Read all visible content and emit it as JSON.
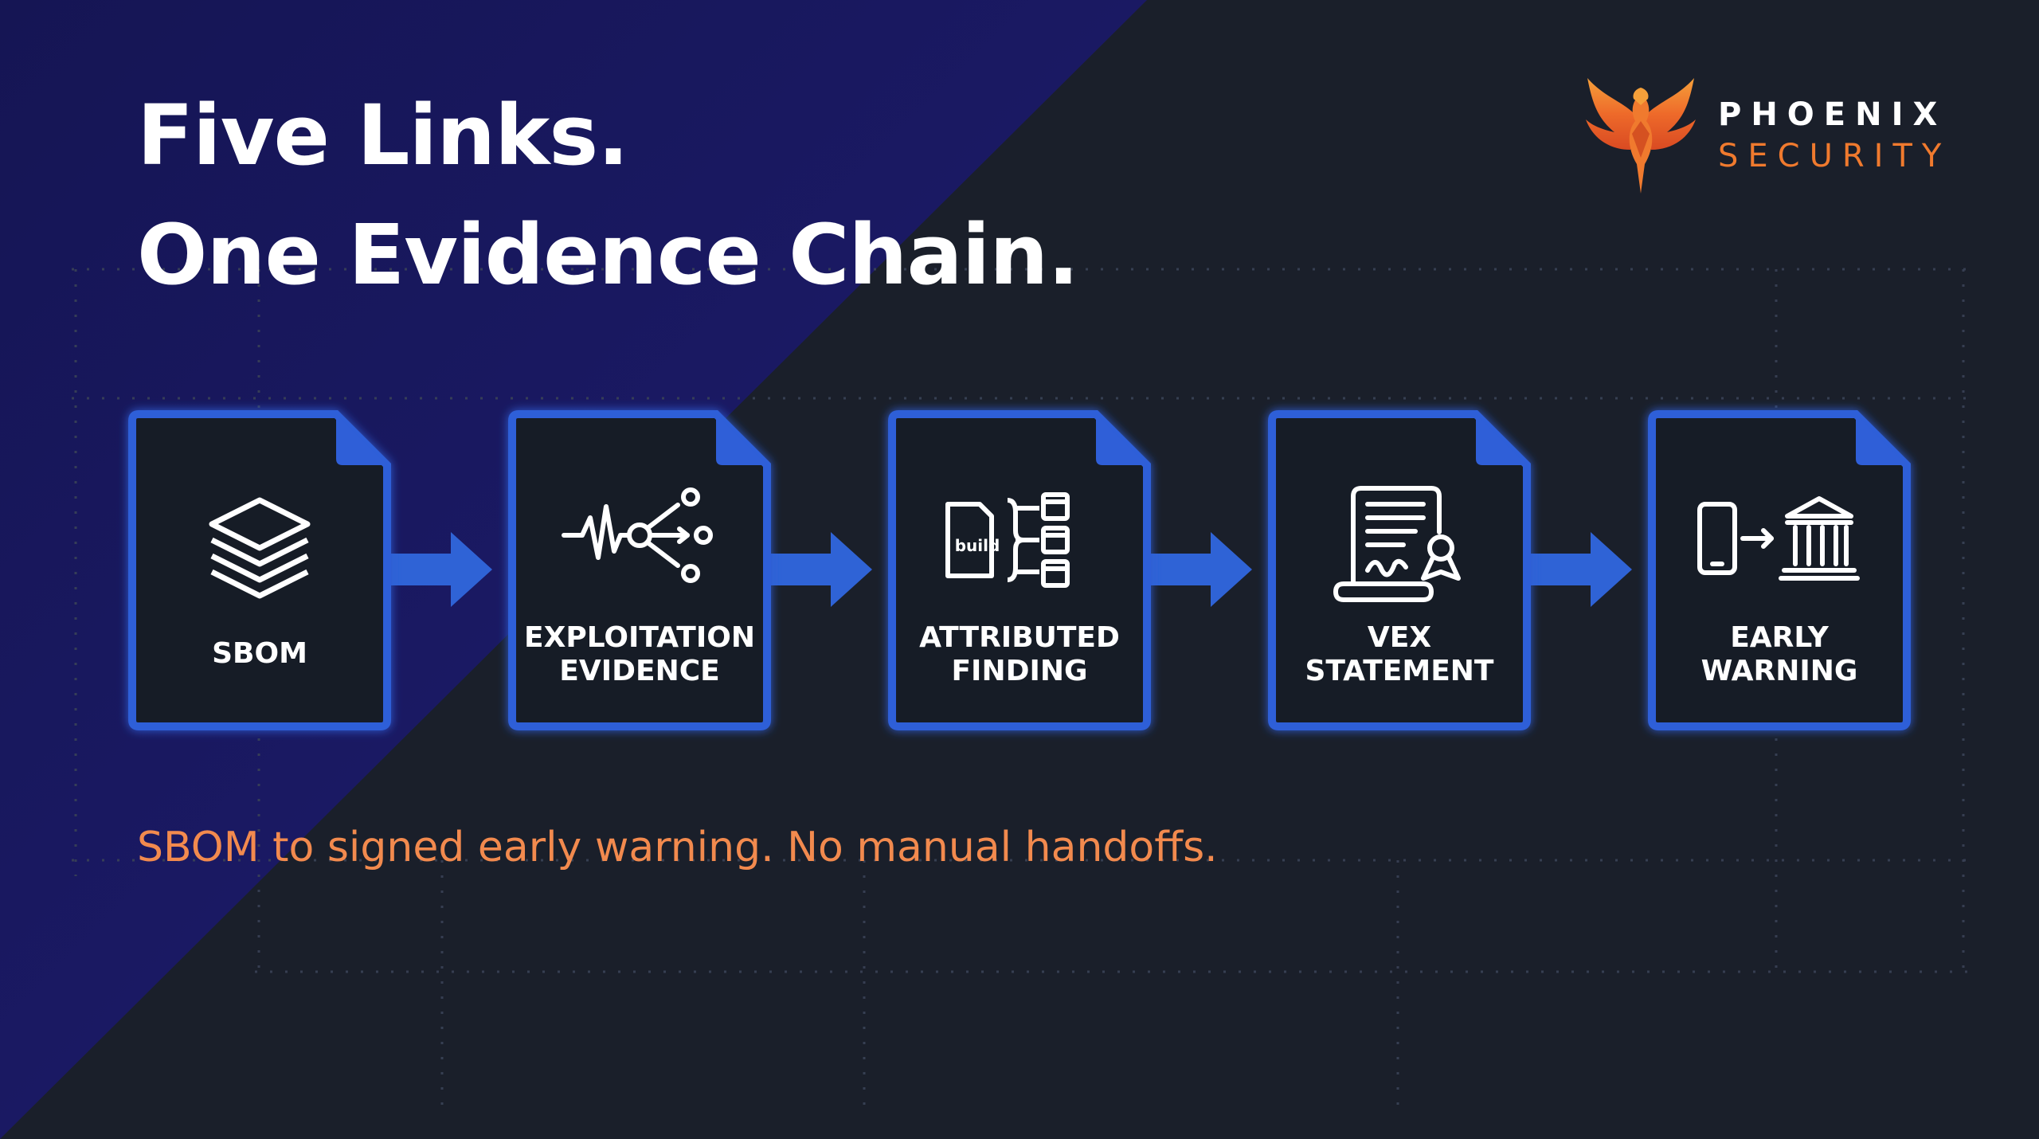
{
  "title": {
    "line1": "Five Links.",
    "line2": "One Evidence Chain."
  },
  "logo": {
    "word1": "PHOENIX",
    "word2": "SECURITY",
    "icon": "phoenix-bird-icon"
  },
  "steps": [
    {
      "label": "SBOM",
      "icon": "stacked-layers-icon"
    },
    {
      "label": "EXPLOITATION\nEVIDENCE",
      "icon": "signal-network-icon"
    },
    {
      "label": "ATTRIBUTED\nFINDING",
      "icon": "build-tree-icon"
    },
    {
      "label": "VEX\nSTATEMENT",
      "icon": "signed-document-icon"
    },
    {
      "label": "EARLY\nWARNING",
      "icon": "phone-to-institution-icon"
    }
  ],
  "icon_labels": {
    "build": "build"
  },
  "tagline": "SBOM to signed early warning. No manual handoffs.",
  "colors": {
    "card_border": "#2f5fd8",
    "card_fill": "#181c26",
    "arrow": "#2f63d6",
    "accent_orange": "#f07a2e",
    "tagline": "#f28a4e",
    "bg_navy": "#1a1a5e",
    "bg_dark": "#1a1f2a"
  }
}
